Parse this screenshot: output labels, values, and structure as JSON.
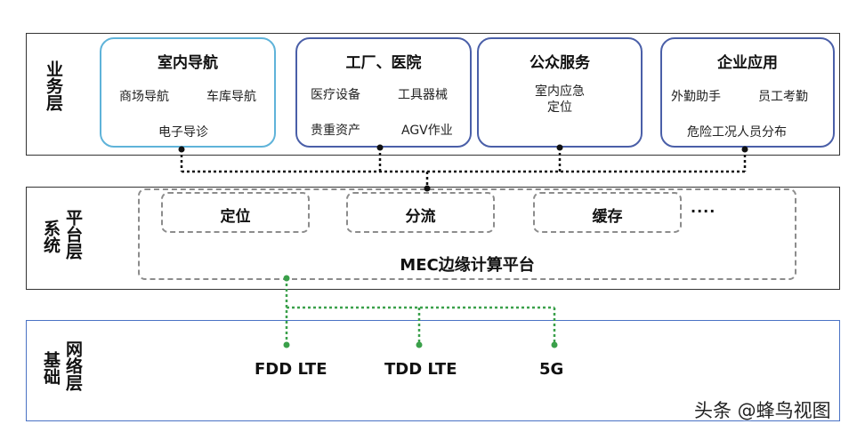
{
  "business_layer": {
    "label": "业务层",
    "groups": [
      {
        "title": "室内导航",
        "items": [
          "商场导航",
          "车库导航",
          "电子导诊"
        ],
        "border_color": "#5fb3d9"
      },
      {
        "title": "工厂、医院",
        "items": [
          "医疗设备",
          "工具器械",
          "贵重资产",
          "AGV作业"
        ],
        "border_color": "#4a5fa8"
      },
      {
        "title": "公众服务",
        "items": [
          "室内应急",
          "定位"
        ],
        "border_color": "#4a5fa8"
      },
      {
        "title": "企业应用",
        "items": [
          "外勤助手",
          "员工考勤",
          "危险工况人员分布"
        ],
        "border_color": "#4a5fa8"
      }
    ]
  },
  "system_layer": {
    "label_left": "系统",
    "label_right": "平台层",
    "functions": [
      "定位",
      "分流",
      "缓存"
    ],
    "ellipsis": "····",
    "platform_name": "MEC边缘计算平台"
  },
  "network_layer": {
    "label_left": "基础",
    "label_right": "网络层",
    "networks": [
      "FDD LTE",
      "TDD LTE",
      "5G"
    ],
    "border_color": "#4a72c4",
    "link_color": "#3aa04a"
  },
  "watermark": "头条 @蜂鸟视图"
}
